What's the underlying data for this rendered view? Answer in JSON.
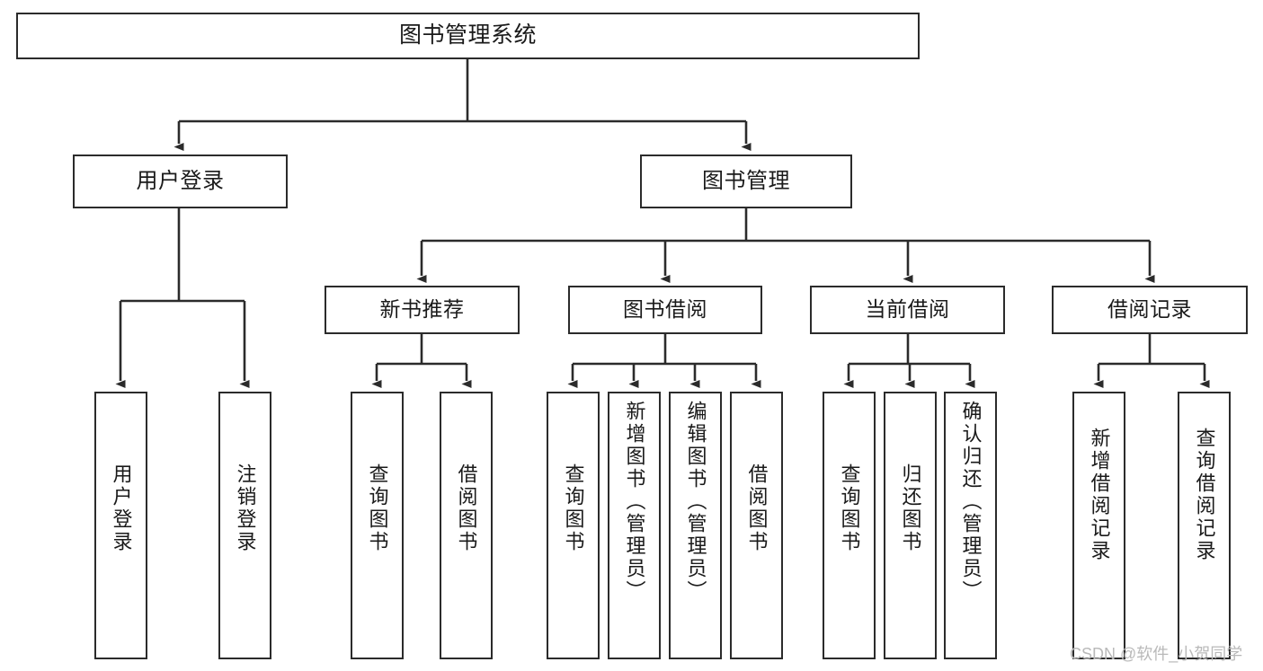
{
  "diagram": {
    "type": "tree-hierarchy",
    "title": "图书管理系统",
    "watermark": "CSDN @软件_小贺同学",
    "colors": {
      "background": "#ffffff",
      "box_border": "#2b2b2b",
      "connector": "#2b2b2b",
      "text": "#1a1a1a",
      "watermark": "#b9b9b9"
    },
    "nodes": {
      "root": {
        "label": "图书管理系统"
      },
      "level2": [
        {
          "id": "user-login",
          "label": "用户登录"
        },
        {
          "id": "book-manage",
          "label": "图书管理"
        }
      ],
      "level3": [
        {
          "id": "new-book-recommend",
          "label": "新书推荐"
        },
        {
          "id": "book-borrow",
          "label": "图书借阅"
        },
        {
          "id": "current-borrow",
          "label": "当前借阅"
        },
        {
          "id": "borrow-record",
          "label": "借阅记录"
        }
      ],
      "leaves": [
        {
          "id": "leaf-user-login",
          "label": "用户登录",
          "parent": "user-login"
        },
        {
          "id": "leaf-logout-login",
          "label": "注销登录",
          "parent": "user-login"
        },
        {
          "id": "leaf-query-book-1",
          "label": "查询图书",
          "parent": "new-book-recommend"
        },
        {
          "id": "leaf-borrow-book-1",
          "label": "借阅图书",
          "parent": "new-book-recommend"
        },
        {
          "id": "leaf-query-book-2",
          "label": "查询图书",
          "parent": "book-borrow"
        },
        {
          "id": "leaf-add-book",
          "label": "新增图书（管理员）",
          "parent": "book-borrow"
        },
        {
          "id": "leaf-edit-book",
          "label": "编辑图书（管理员）",
          "parent": "book-borrow"
        },
        {
          "id": "leaf-borrow-book-2",
          "label": "借阅图书",
          "parent": "book-borrow"
        },
        {
          "id": "leaf-query-book-3",
          "label": "查询图书",
          "parent": "current-borrow"
        },
        {
          "id": "leaf-return-book",
          "label": "归还图书",
          "parent": "current-borrow"
        },
        {
          "id": "leaf-confirm-return",
          "label": "确认归还（管理员）",
          "parent": "current-borrow"
        },
        {
          "id": "leaf-add-record",
          "label": "新增借阅记录",
          "parent": "borrow-record"
        },
        {
          "id": "leaf-query-record",
          "label": "查询借阅记录",
          "parent": "borrow-record"
        }
      ]
    }
  }
}
